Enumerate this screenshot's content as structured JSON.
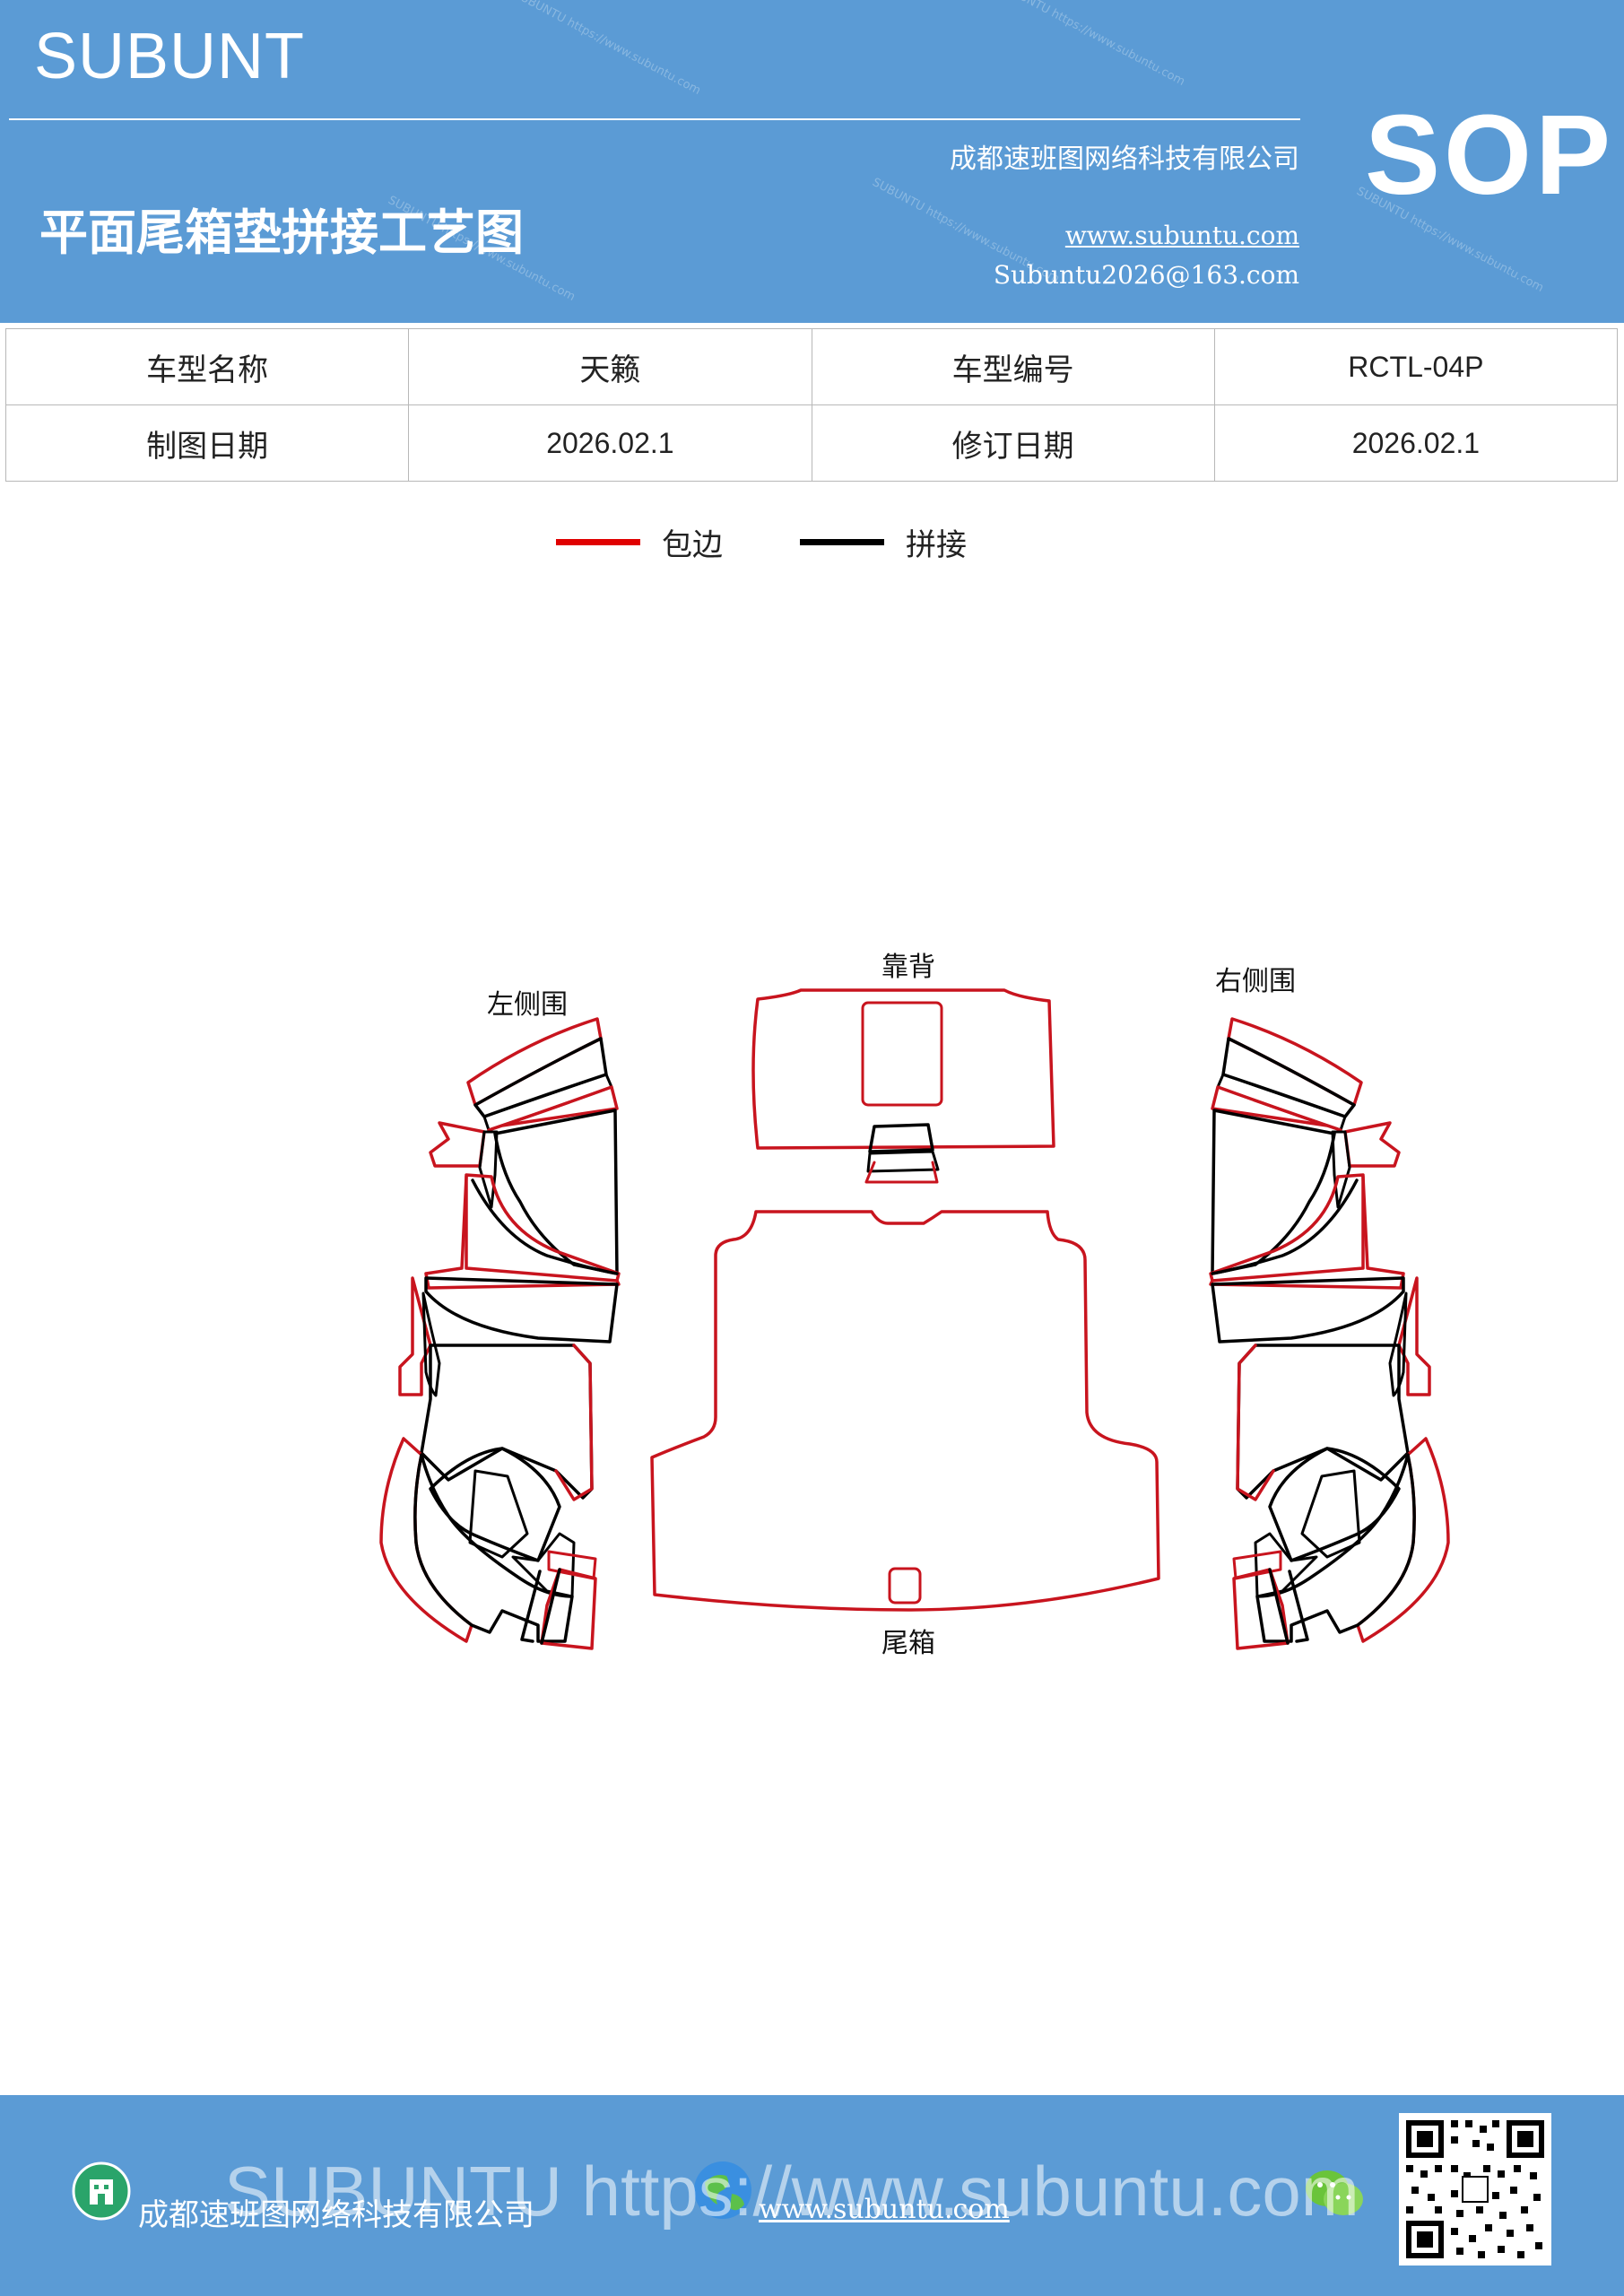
{
  "header": {
    "brand": "SUBUNT",
    "title": "平面尾箱垫拼接工艺图",
    "company": "成都速班图网络科技有限公司",
    "website": "www.subuntu.com",
    "email": "Subuntu2026@163.com",
    "badge": "SOP",
    "background_color": "#5b9bd5"
  },
  "info_table": {
    "rows": [
      [
        {
          "label": "车型名称"
        },
        {
          "value": "天籁"
        },
        {
          "label": "车型编号"
        },
        {
          "value": "RCTL-04P"
        }
      ],
      [
        {
          "label": "制图日期"
        },
        {
          "value": "2026.02.1"
        },
        {
          "label": "修订日期"
        },
        {
          "value": "2026.02.1"
        }
      ]
    ]
  },
  "legend": {
    "items": [
      {
        "label": "包边",
        "color": "#e00000"
      },
      {
        "label": "拼接",
        "color": "#000000"
      }
    ]
  },
  "diagram": {
    "parts": {
      "left_side": "左侧围",
      "backrest": "靠背",
      "right_side": "右侧围",
      "trunk": "尾箱"
    },
    "edge_color": "#c8141e",
    "seam_color": "#000000"
  },
  "footer": {
    "watermark": "SUBUNTU https://www.subuntu.com",
    "company": "成都速班图网络科技有限公司",
    "website": "www.subuntu.com",
    "icons": [
      "building-icon",
      "globe-icon",
      "wechat-icon",
      "qr-code"
    ]
  }
}
